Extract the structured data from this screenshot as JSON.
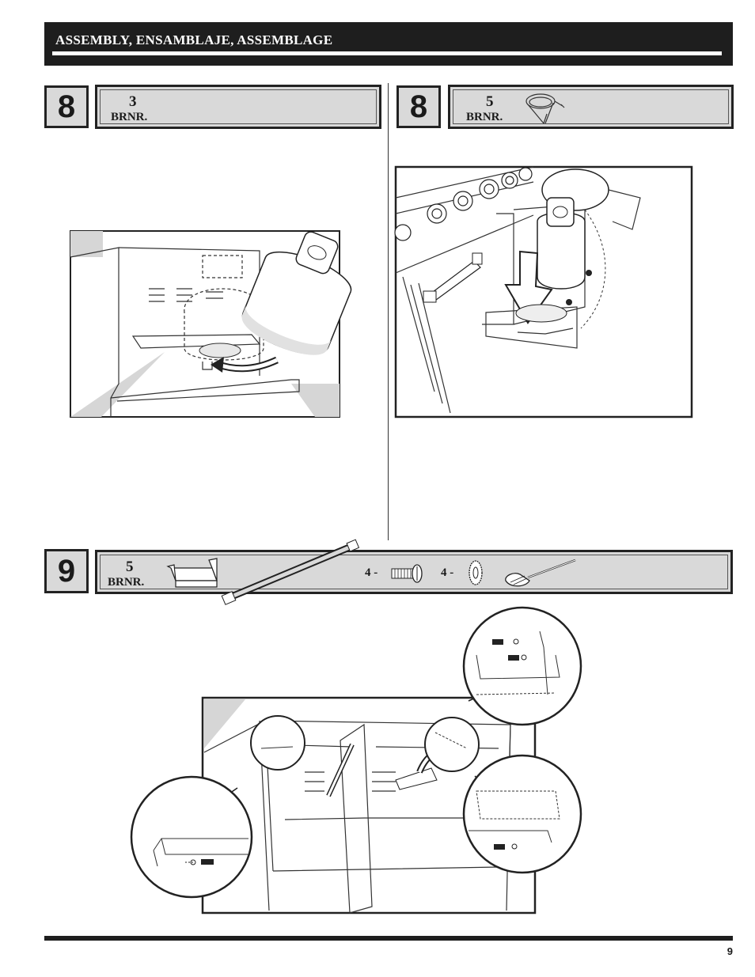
{
  "header": {
    "title": "ASSEMBLY, ENSAMBLAJE, ASSEMBLAGE"
  },
  "steps": [
    {
      "number": "8",
      "qty": "3",
      "unit": "BRNR."
    },
    {
      "number": "8",
      "qty": "5",
      "unit": "BRNR."
    },
    {
      "number": "9",
      "qty": "5",
      "unit": "BRNR.",
      "screw_count": "4 -",
      "washer_count": "4 -"
    }
  ],
  "page_number": "9"
}
